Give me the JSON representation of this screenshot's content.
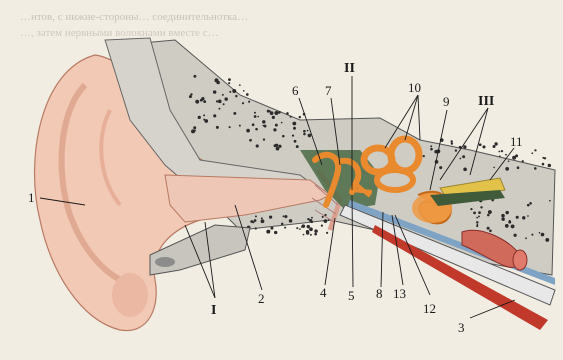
{
  "header": {
    "line1": "…нтов, с нижне-стороны… соединительнотка…",
    "line2": "…, затем нервными волокнами вместе с…"
  },
  "labels": {
    "l1": "1",
    "l2": "2",
    "l3": "3",
    "l4": "4",
    "l5": "5",
    "l6": "6",
    "l7": "7",
    "l8": "8",
    "l9": "9",
    "l10": "10",
    "l11": "11",
    "l12": "12",
    "l13": "13",
    "rI": "I",
    "rII": "II",
    "rIII": "III"
  },
  "colors": {
    "background": "#f1ede3",
    "skin": "#f2c9b4",
    "skin_shadow": "#e3a891",
    "bone": "#cfccc4",
    "bone_dots": "#2b2b2b",
    "canal_gray": "#bdbdbd",
    "ossicles": "#e98a2e",
    "cochlea": "#e98a2e",
    "nerve_yellow": "#e3c24a",
    "artery_red": "#c0392b",
    "dark_green": "#3f5b3a"
  }
}
